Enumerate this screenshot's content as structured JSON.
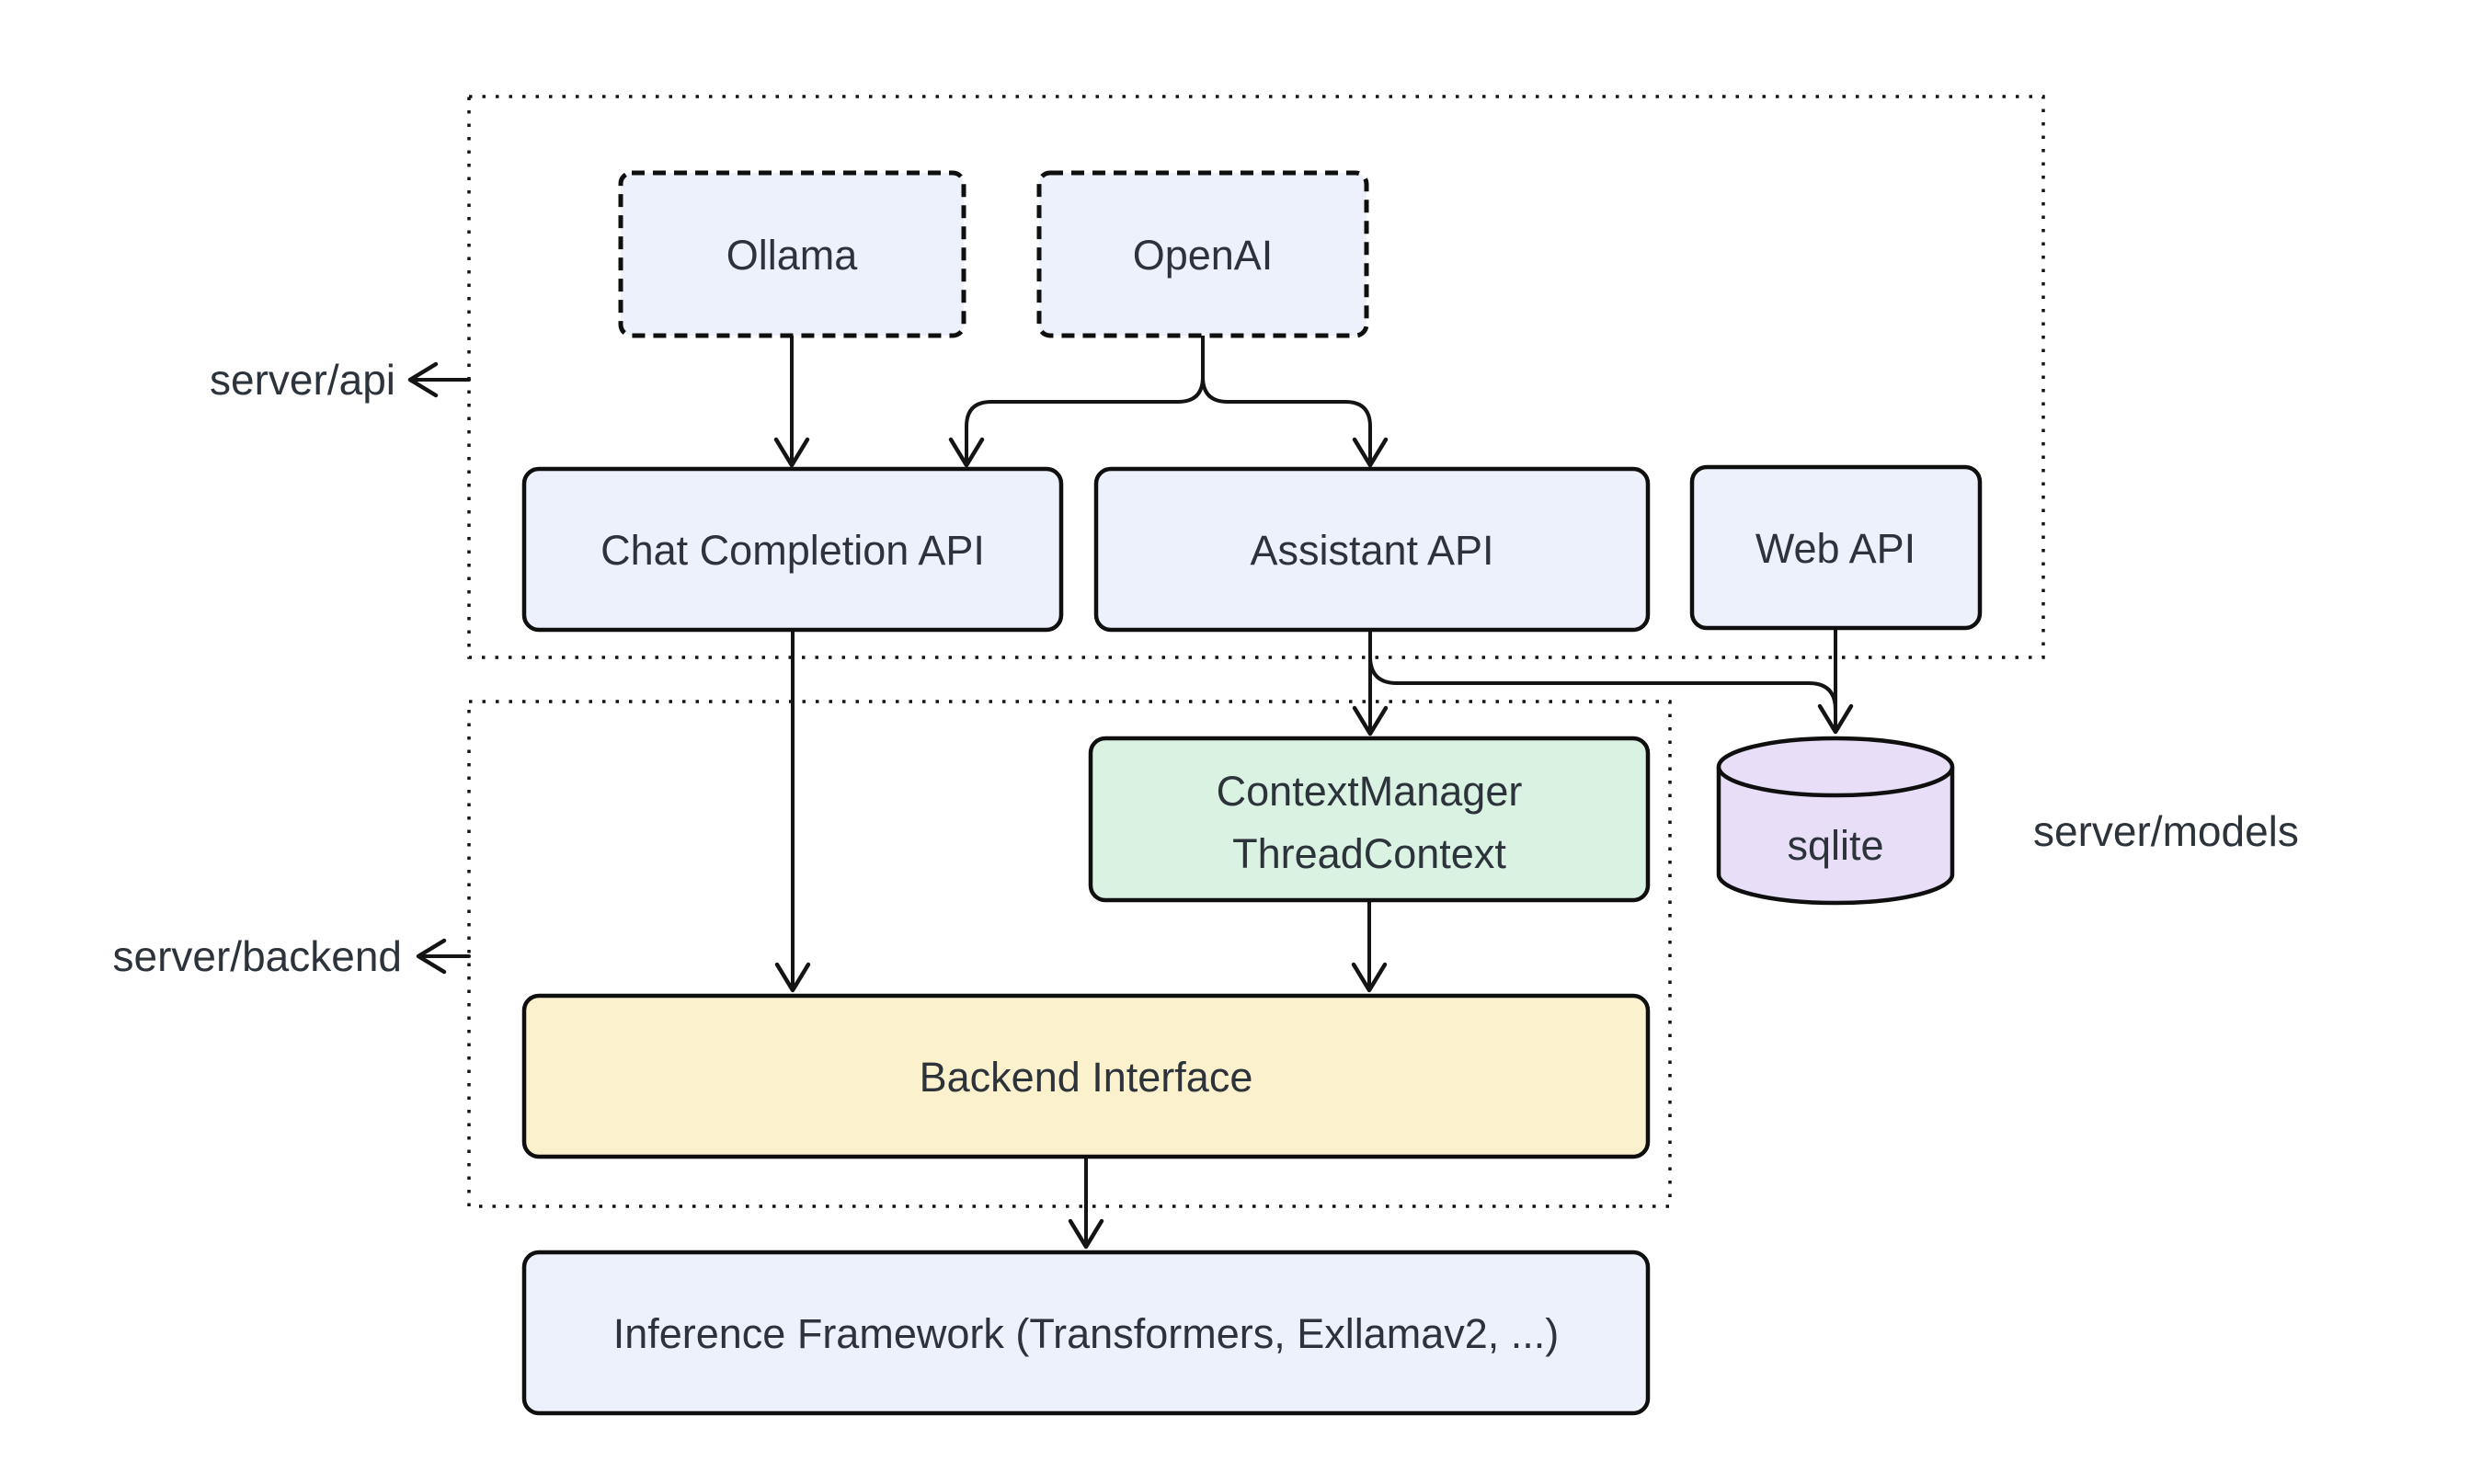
{
  "diagram": {
    "background": "#ffffff",
    "stroke_color": "#141414",
    "text_color": "#2d333b",
    "section_labels": {
      "server_api": "server/api",
      "server_backend": "server/backend",
      "server_models": "server/models"
    },
    "nodes": {
      "ollama": {
        "label": "Ollama",
        "fill": "#edf1fb"
      },
      "openai": {
        "label": "OpenAI",
        "fill": "#edf1fb"
      },
      "chat_completion_api": {
        "label": "Chat Completion API",
        "fill": "#edf1fb"
      },
      "assistant_api": {
        "label": "Assistant API",
        "fill": "#edf1fb"
      },
      "web_api": {
        "label": "Web API",
        "fill": "#edf1fb"
      },
      "context_manager": {
        "line1": "ContextManager",
        "line2": "ThreadContext",
        "fill": "#d9f2e2"
      },
      "sqlite": {
        "label": "sqlite",
        "fill": "#e8def8"
      },
      "backend_interface": {
        "label": "Backend Interface",
        "fill": "#fcf1cd"
      },
      "inference_framework": {
        "label": "Inference Framework (Transformers, Exllamav2, ...)",
        "fill": "#edf1fb"
      }
    },
    "edges": [
      "ollama -> chat_completion_api",
      "openai -> chat_completion_api",
      "openai -> assistant_api",
      "assistant_api -> context_manager",
      "assistant_api -> sqlite",
      "web_api -> sqlite",
      "chat_completion_api -> backend_interface",
      "context_manager -> backend_interface",
      "backend_interface -> inference_framework"
    ]
  }
}
